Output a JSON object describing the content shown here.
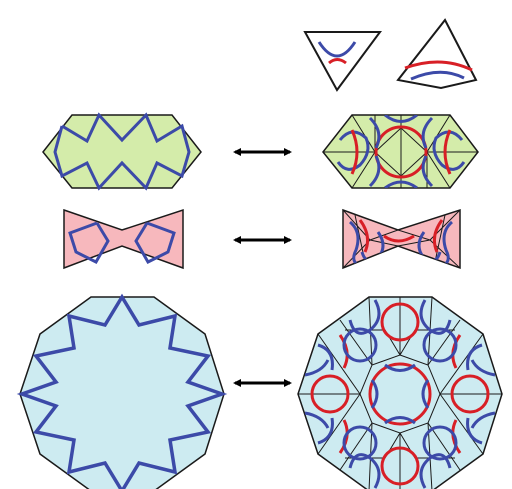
{
  "colors": {
    "hexagon_fill": "#d4ecaa",
    "bowtie_fill": "#f7b8bd",
    "decagon_fill": "#cdebf1",
    "strapwork": "#3c4aa8",
    "red_arc": "#d81f26",
    "outline": "#1a1a1a",
    "arrow": "#000000"
  },
  "tiles": {
    "triangle": {
      "kind": "kite-triangle",
      "arcs": [
        "blue",
        "red"
      ]
    },
    "kite": {
      "kind": "kite",
      "arcs": [
        "red",
        "blue"
      ]
    }
  },
  "rows": [
    {
      "name": "hexagon",
      "left": "strapwork-hexagon",
      "right": "tiled-hexagon"
    },
    {
      "name": "bowtie",
      "left": "strapwork-bowtie",
      "right": "tiled-bowtie"
    },
    {
      "name": "decagon",
      "left": "strapwork-decagon",
      "right": "tiled-decagon"
    }
  ],
  "arrows": [
    {
      "name": "hexagon-arrow",
      "direction": "both"
    },
    {
      "name": "bowtie-arrow",
      "direction": "both"
    },
    {
      "name": "decagon-arrow",
      "direction": "both"
    }
  ]
}
